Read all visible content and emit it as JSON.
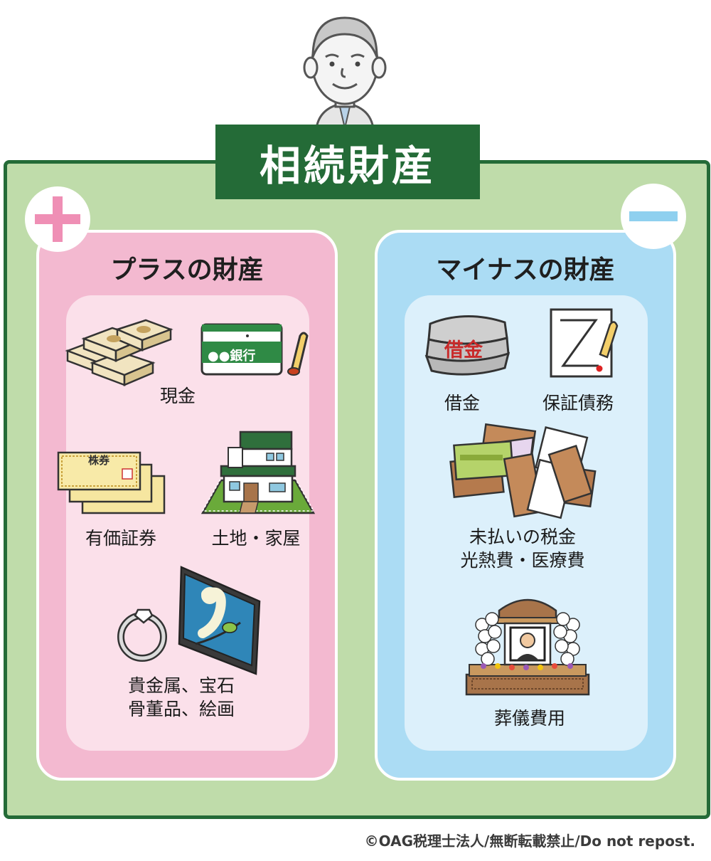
{
  "title": "相続財産",
  "plus_panel": {
    "sign": "+",
    "title": "プラスの財産",
    "items": [
      {
        "label": "現金",
        "icon": "cash-icon"
      },
      {
        "label": "有価証券",
        "icon": "securities-icon"
      },
      {
        "label": "土地・家屋",
        "icon": "house-icon"
      },
      {
        "label_line1": "貴金属、宝石",
        "label_line2": "骨董品、絵画",
        "icon": "ring-painting-icon"
      }
    ],
    "bank_book_text": "●●銀行",
    "stock_certificate_text": "株券"
  },
  "minus_panel": {
    "sign": "−",
    "title": "マイナスの財産",
    "items": [
      {
        "label": "借金",
        "icon": "debt-bag-icon"
      },
      {
        "label": "保証債務",
        "icon": "guarantee-document-icon"
      },
      {
        "label_line1": "未払いの税金",
        "label_line2": "光熱費・医療費",
        "icon": "bills-icon"
      },
      {
        "label": "葬儀費用",
        "icon": "funeral-altar-icon"
      }
    ],
    "debt_bag_text": "借金"
  },
  "copyright": "©OAG税理士法人/無断転載禁止/Do not repost.",
  "colors": {
    "frame_green": "#246b37",
    "frame_fill": "#bfdcaa",
    "plus_pink": "#f3b9d0",
    "minus_blue": "#abdcf4",
    "plus_sign": "#ef8fb5",
    "minus_sign": "#8fd0ef"
  }
}
